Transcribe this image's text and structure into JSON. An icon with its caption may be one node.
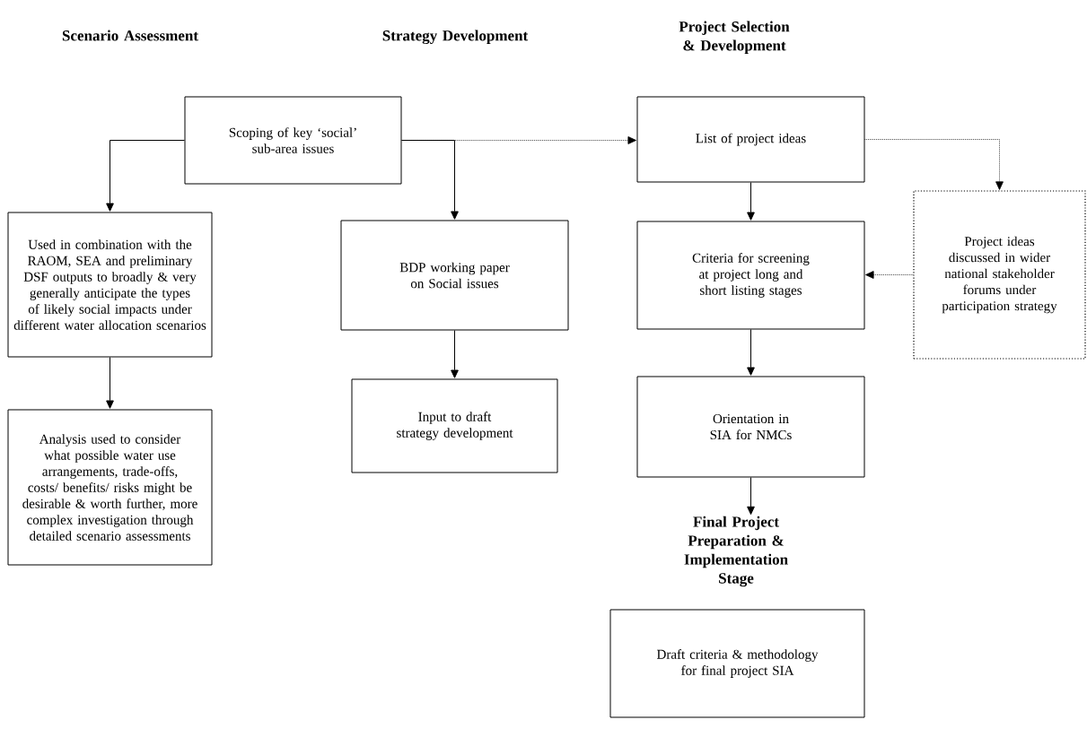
{
  "diagram": {
    "nodes": [
      {
        "text": [
          "Scoping of key ‘social’ sub-area issues"
        ]
      },
      {
        "text": [
          "List of project ideas"
        ]
      },
      {
        "text": [
          "Used in combination with the RAOM, SEA and preliminary DSF outputs to broadly & very generally anticipate the types of likely social impacts under different water allocation scenarios"
        ]
      },
      {
        "text": [
          "BDP working paper on Social issues"
        ]
      },
      {
        "text": [
          "Criteria for screening at project long and short listing stages"
        ]
      },
      {
        "text": [
          "Project ideas discussed in wider national stakeholder forums under participation strategy"
        ]
      },
      {
        "text": [
          "Input to draft strategy development"
        ]
      },
      {
        "text": [
          "Analysis used to consider what possible water use arrangements, trade-offs, costs/ benefits/ risks might be desirable & worth further, more complex investigation through detailed scenario assessments"
        ]
      },
      {
        "text": [
          "Orientation in SIA for NMCs"
        ]
      },
      {
        "text": [
          "Final Project Preparation & Implementation Stage"
        ]
      },
      {
        "text": [
          "Draft criteria & methodology for final project SIA"
        ]
      }
    ],
    "edges": [
      {
        "from": 0,
        "to": 2,
        "arrow": "to"
      },
      {
        "from": 0,
        "to": 3,
        "arrow": "to"
      },
      {
        "from": 0,
        "to": 1,
        "arrow": "to",
        "style": "dashed"
      },
      {
        "from": 1,
        "to": 5,
        "arrow": "to",
        "style": "dashed"
      },
      {
        "from": 1,
        "to": 4,
        "arrow": "to"
      },
      {
        "from": 5,
        "to": 4,
        "arrow": "to",
        "style": "dashed"
      },
      {
        "from": 3,
        "to": 6,
        "arrow": "to"
      },
      {
        "from": 2,
        "to": 7,
        "arrow": "to"
      },
      {
        "from": 4,
        "to": 8,
        "arrow": "to"
      },
      {
        "from": 8,
        "to": 9,
        "arrow": "to"
      }
    ],
    "labels": [
      "Scenario Assessment",
      "Strategy Development",
      "Project Selection & Development"
    ]
  }
}
